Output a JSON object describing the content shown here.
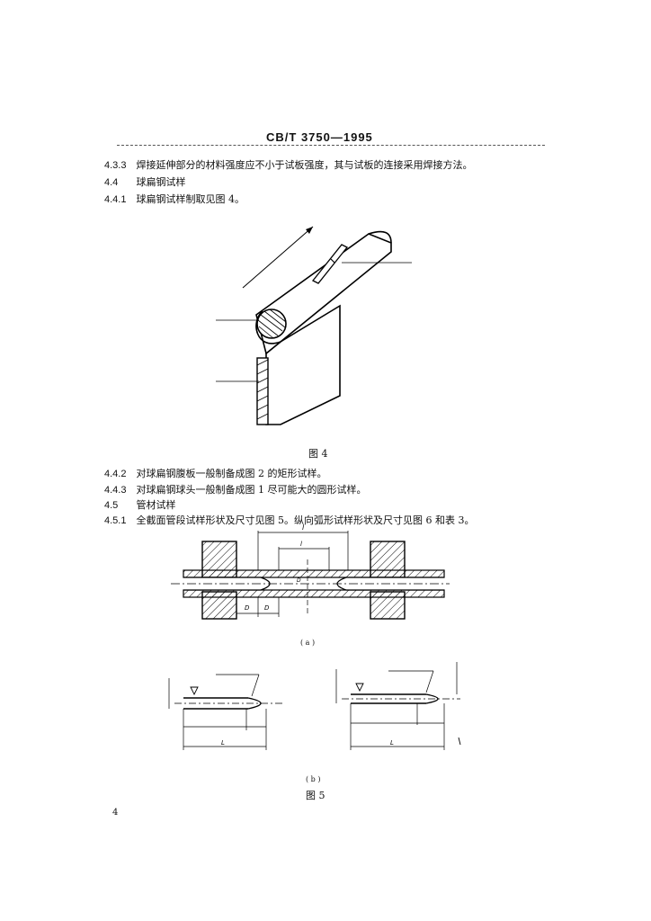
{
  "header": {
    "code": "CB/T 3750—1995"
  },
  "paragraphs": [
    {
      "num": "4.3.3",
      "text": "焊接延伸部分的材料强度应不小于试板强度，其与试板的连接采用焊接方法。"
    },
    {
      "num": "4.4",
      "text": "球扁钢试样"
    },
    {
      "num": "4.4.1",
      "text": "球扁钢试样制取见图 4。"
    },
    {
      "num": "4.4.2",
      "text": "对球扁钢腹板一般制备成图 2 的矩形试样。"
    },
    {
      "num": "4.4.3",
      "text": "对球扁钢球头一般制备成图 1 尽可能大的圆形试样。"
    },
    {
      "num": "4.5",
      "text": "管材试样"
    },
    {
      "num": "4.5.1",
      "text": "全截面管段试样形状及尺寸见图 5。纵向弧形试样形状及尺寸见图 6 和表 3。"
    }
  ],
  "figure4": {
    "caption": "图 4",
    "label_direction": "",
    "label_impact": "",
    "label_round": "",
    "label_rect": ""
  },
  "figure5": {
    "caption": "图 5",
    "sub_a": "( a )",
    "sub_b": "( b )",
    "dim_l": "l",
    "dim_lc": "l",
    "dim_do_left": "D",
    "dim_do_right": "D",
    "dim_lt_left": "L",
    "dim_lt_right": "L",
    "dim_r_left": "",
    "dim_r_right": "",
    "dim_4d_left": "",
    "dim_4d_right": "",
    "dim_05d_left": "",
    "dim_05d_right": ""
  },
  "page": {
    "number": "4"
  }
}
